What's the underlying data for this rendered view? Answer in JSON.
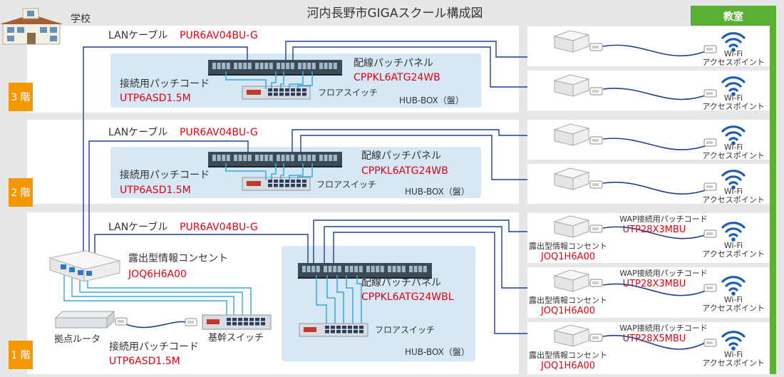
{
  "title": "河内長野市GIGAスクール構成図",
  "school_label": "学校",
  "classroom_label": "教室",
  "colors": {
    "floor_label_bg": "#f39800",
    "classroom_bar": "#5ab033",
    "hub_box_bg": "#d6e8f5",
    "cable_blue": "#1f3f8f",
    "patch_cyan": "#35a9e0",
    "part_number_red": "#e60012",
    "wifi_blue": "#1d5cb4"
  },
  "floors": [
    {
      "label": "3 階",
      "lan_cable_label": "LANケーブル",
      "lan_cable_pn": "PUR6AV04BU-G",
      "patch_panel_label": "配線パッチパネル",
      "patch_panel_pn": "CPPKL6ATG24WB",
      "patch_cord_label": "接続用パッチコード",
      "patch_cord_pn": "UTP6ASD1.5M",
      "floor_switch_label": "フロアスイッチ",
      "hub_box_label": "HUB-BOX（盤）"
    },
    {
      "label": "2 階",
      "lan_cable_label": "LANケーブル",
      "lan_cable_pn": "PUR6AV04BU-G",
      "patch_panel_label": "配線パッチパネル",
      "patch_panel_pn": "CPPKL6ATG24WB",
      "patch_cord_label": "接続用パッチコード",
      "patch_cord_pn": "UTP6ASD1.5M",
      "floor_switch_label": "フロアスイッチ",
      "hub_box_label": "HUB-BOX（盤）"
    },
    {
      "label": "1 階",
      "lan_cable_label": "LANケーブル",
      "lan_cable_pn": "PUR6AV04BU-G",
      "outlet_label": "露出型情報コンセント",
      "outlet_pn": "JOQ6H6A00",
      "router_label": "拠点ルータ",
      "core_switch_label": "基幹スイッチ",
      "patch_cord_label": "接続用パッチコード",
      "patch_cord_pn": "UTP6ASD1.5M",
      "patch_panel_label": "配線パッチパネル",
      "patch_panel_pn": "CPPKL6ATG24WBL",
      "floor_switch_label": "フロアスイッチ",
      "hub_box_label": "HUB-BOX（盤）"
    }
  ],
  "classrooms_upper": [
    {
      "ap_label_1": "Wi-Fi",
      "ap_label_2": "アクセスポイント"
    },
    {
      "ap_label_1": "Wi-Fi",
      "ap_label_2": "アクセスポイント"
    },
    {
      "ap_label_1": "Wi-Fi",
      "ap_label_2": "アクセスポイント"
    },
    {
      "ap_label_1": "Wi-Fi",
      "ap_label_2": "アクセスポイント"
    }
  ],
  "classrooms_first": [
    {
      "wap_cord_label": "WAP接続用パッチコード",
      "wap_cord_pn": "UTP28X3MBU",
      "outlet_label": "露出型情報コンセント",
      "outlet_pn": "JOQ1H6A00",
      "ap_label_1": "Wi-Fi",
      "ap_label_2": "アクセスポイント"
    },
    {
      "wap_cord_label": "WAP接続用パッチコード",
      "wap_cord_pn": "UTP28X3MBU",
      "outlet_label": "露出型情報コンセント",
      "outlet_pn": "JOQ1H6A00",
      "ap_label_1": "Wi-Fi",
      "ap_label_2": "アクセスポイント"
    },
    {
      "wap_cord_label": "WAP接続用パッチコード",
      "wap_cord_pn": "UTP28X5MBU",
      "outlet_label": "露出型情報コンセント",
      "outlet_pn": "JOQ1H6A00",
      "ap_label_1": "Wi-Fi",
      "ap_label_2": "アクセスポイント"
    }
  ]
}
